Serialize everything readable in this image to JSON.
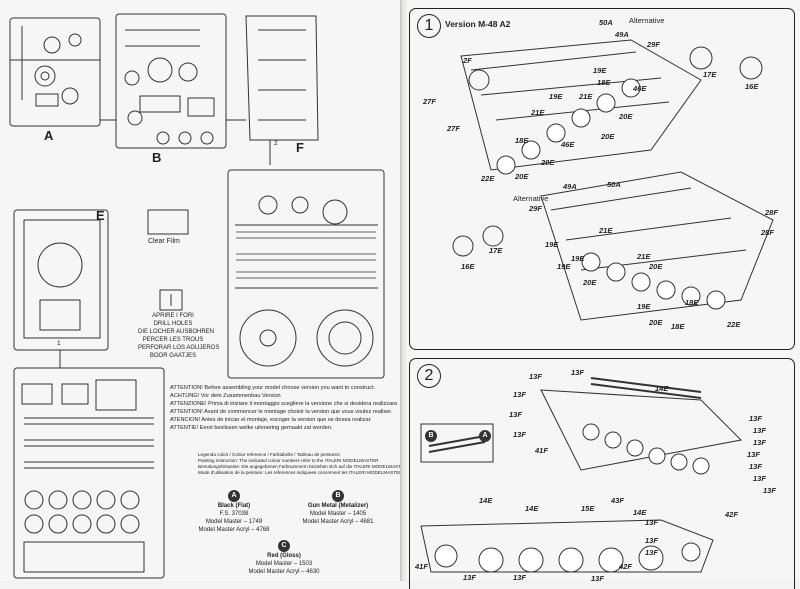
{
  "left_page": {
    "sprues": {
      "a": "A",
      "b": "B",
      "e": "E",
      "f": "F"
    },
    "clear_film": "Clear Film",
    "drill_note": [
      "APRIRE I FORI",
      "DRILL HOLES",
      "DIE LOCHER AUSBOHREN",
      "PERCER LES TROUS",
      "PERFORAR LOS AGUJEROS",
      "BOOR GAATJES"
    ],
    "warnings": [
      "ATTENTION! Before assembling your model choose version you want to construct.",
      "ACHTUNG! Vor dem Zusammenbau Version",
      "ATTENZIONE! Prima di iniziare il montaggio scegliere la versione che si desidera realizzare.",
      "ATTENTION! Avant de commencer le montage choisir la version que vous voulez realiser.",
      "ATENCION! Antes de iniciar el montaje, escoger la version que se desea realizar.",
      "ATTENTIE! Eerst beslissen welke uitvoering gemaakt zal worden."
    ],
    "legend_lines": [
      "Legenda colori / Colour reference / Farbtabelle / Tableau de peintures:",
      "Painting instruction: The indicated colour numbers refer to the ITALERI MODELMASTER",
      "Bemalungshinweise: Die angegebenen Farbnummern beziehen sich auf die ITALERI MODELMASTER",
      "Mode d'utilisation de la peinture: Les references indiquees concernent les ITALERI MODELMASTER"
    ],
    "colors": [
      {
        "badge": "A",
        "name": "Black (Flat)",
        "code": "F.S. 37038",
        "line1": "Model Master – 1749",
        "line2": "Model Master Acryl – 4768"
      },
      {
        "badge": "B",
        "name": "Gun Metal (Metalizer)",
        "code": "",
        "line1": "Model Master – 1405",
        "line2": "Model Master Acryl – 4681"
      },
      {
        "badge": "C",
        "name": "Red (Gloss)",
        "code": "",
        "line1": "Model Master – 1503",
        "line2": "Model Master Acryl – 4630"
      }
    ],
    "sprue_e_part": "1",
    "sprue_f_part": "2"
  },
  "right_page": {
    "step1": {
      "number": "1",
      "title": "Version M-48 A2",
      "alternative_top": "Alternative",
      "alternative_mid": "Alternative",
      "callouts": [
        "50A",
        "49A",
        "29F",
        "17E",
        "16E",
        "2F",
        "27F",
        "27F",
        "21E",
        "46E",
        "20E",
        "19E",
        "18E",
        "22E",
        "20E",
        "21E",
        "46E",
        "20E",
        "19E",
        "18E",
        "20E",
        "28F",
        "49A",
        "50A",
        "29F",
        "21E",
        "19E",
        "28F",
        "19E",
        "20E",
        "21E",
        "20E",
        "18E",
        "22E",
        "19E",
        "18E",
        "19E",
        "20E",
        "16E",
        "17E"
      ]
    },
    "step2": {
      "number": "2",
      "callouts": [
        "13F",
        "13F",
        "14E",
        "13F",
        "13F",
        "13F",
        "13F",
        "41F",
        "43F",
        "14E",
        "13F",
        "13F",
        "13F",
        "13F",
        "13F",
        "13F",
        "42F",
        "14E",
        "14E",
        "15E",
        "13F",
        "41F",
        "13F",
        "13F",
        "42F",
        "13F",
        "13F",
        "13F"
      ],
      "inset_badges": [
        "B",
        "A"
      ]
    }
  },
  "colors": {
    "ink": "#222222",
    "paper": "#f7f6f4",
    "badge": "#333333"
  }
}
